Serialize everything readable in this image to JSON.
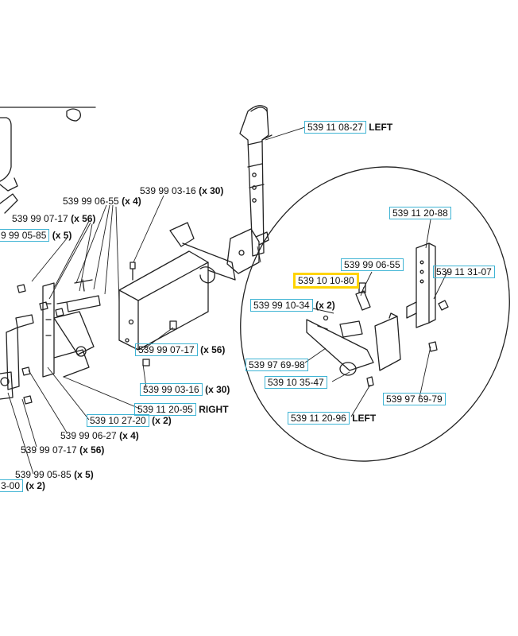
{
  "highlight_color": "#ffd400",
  "link_box_color": "#3fb4d4",
  "parts": [
    {
      "num": "539 11 08-27",
      "qty": "",
      "side": "LEFT",
      "boxed": true
    },
    {
      "num": "539 99 03-16",
      "qty": "(x 30)",
      "side": "",
      "boxed": false
    },
    {
      "num": "539 99 06-55",
      "qty": "(x 4)",
      "side": "",
      "boxed": false
    },
    {
      "num": "539 99 07-17",
      "qty": "(x 56)",
      "side": "",
      "boxed": false
    },
    {
      "num": "9 99 05-85",
      "qty": "(x 5)",
      "side": "",
      "boxed": true
    },
    {
      "num": "539 11 20-88",
      "qty": "",
      "side": "",
      "boxed": true
    },
    {
      "num": "539 99 06-55",
      "qty": "",
      "side": "",
      "boxed": true
    },
    {
      "num": "539 11 31-07",
      "qty": "",
      "side": "",
      "boxed": true
    },
    {
      "num": "539 10 10-80",
      "qty": "",
      "side": "",
      "boxed": false,
      "highlighted": true
    },
    {
      "num": "539 99 10-34",
      "qty": "(x 2)",
      "side": "",
      "boxed": true
    },
    {
      "num": "539 99 07-17",
      "qty": "(x 56)",
      "side": "",
      "boxed": true
    },
    {
      "num": "539 97 69-98",
      "qty": "",
      "side": "",
      "boxed": true
    },
    {
      "num": "539 99 03-16",
      "qty": "(x 30)",
      "side": "",
      "boxed": true
    },
    {
      "num": "539 10 35-47",
      "qty": "",
      "side": "",
      "boxed": true
    },
    {
      "num": "539 97 69-79",
      "qty": "",
      "side": "",
      "boxed": true
    },
    {
      "num": "539 11 20-95",
      "qty": "",
      "side": "RIGHT",
      "boxed": true
    },
    {
      "num": "539 10 27-20",
      "qty": "(x 2)",
      "side": "",
      "boxed": true
    },
    {
      "num": "539 11 20-96",
      "qty": "",
      "side": "LEFT",
      "boxed": true
    },
    {
      "num": "539 99 06-27",
      "qty": "(x 4)",
      "side": "",
      "boxed": false
    },
    {
      "num": "539 99 07-17",
      "qty": "(x 56)",
      "side": "",
      "boxed": false
    },
    {
      "num": "539 99 05-85",
      "qty": "(x 5)",
      "side": "",
      "boxed": false
    },
    {
      "num": "3-00",
      "qty": "(x 2)",
      "side": "",
      "boxed": true
    }
  ]
}
